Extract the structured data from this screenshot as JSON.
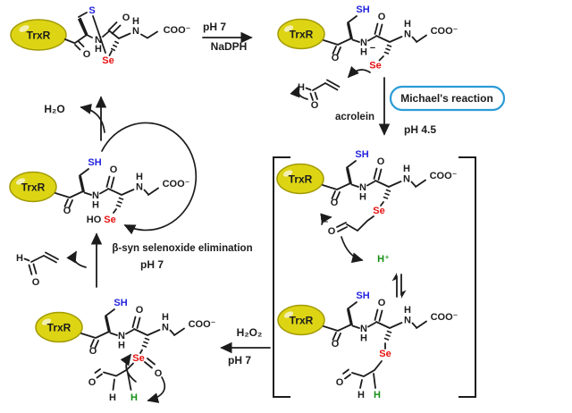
{
  "colors": {
    "ink": "#1c1c1c",
    "blue": "#2323dd",
    "red": "#e71111",
    "green": "#159015",
    "trxr_fill": "#ddd414",
    "trxr_stroke": "#a29b05",
    "box_border": "#2b9bd7",
    "bg": "#ffffff"
  },
  "atoms": {
    "trxr": "TrxR",
    "s": "S",
    "sh": "SH",
    "se": "Se",
    "o": "O",
    "n": "N",
    "h": "H",
    "ho": "HO",
    "coo_minus": "COO⁻",
    "minus": "−",
    "h_plus": "H⁺"
  },
  "captions": {
    "water": "H₂O",
    "peroxide": "H₂O₂",
    "step1_top": "pH 7",
    "step1_bottom": "NaDPH",
    "michael_label": "Michael's reaction",
    "michael_ph": "pH 4.5",
    "acrolein": "acrolein",
    "elimination": "β-syn selenoxide elimination",
    "elimination_ph": "pH 7",
    "peroxide_ph": "pH 7"
  }
}
